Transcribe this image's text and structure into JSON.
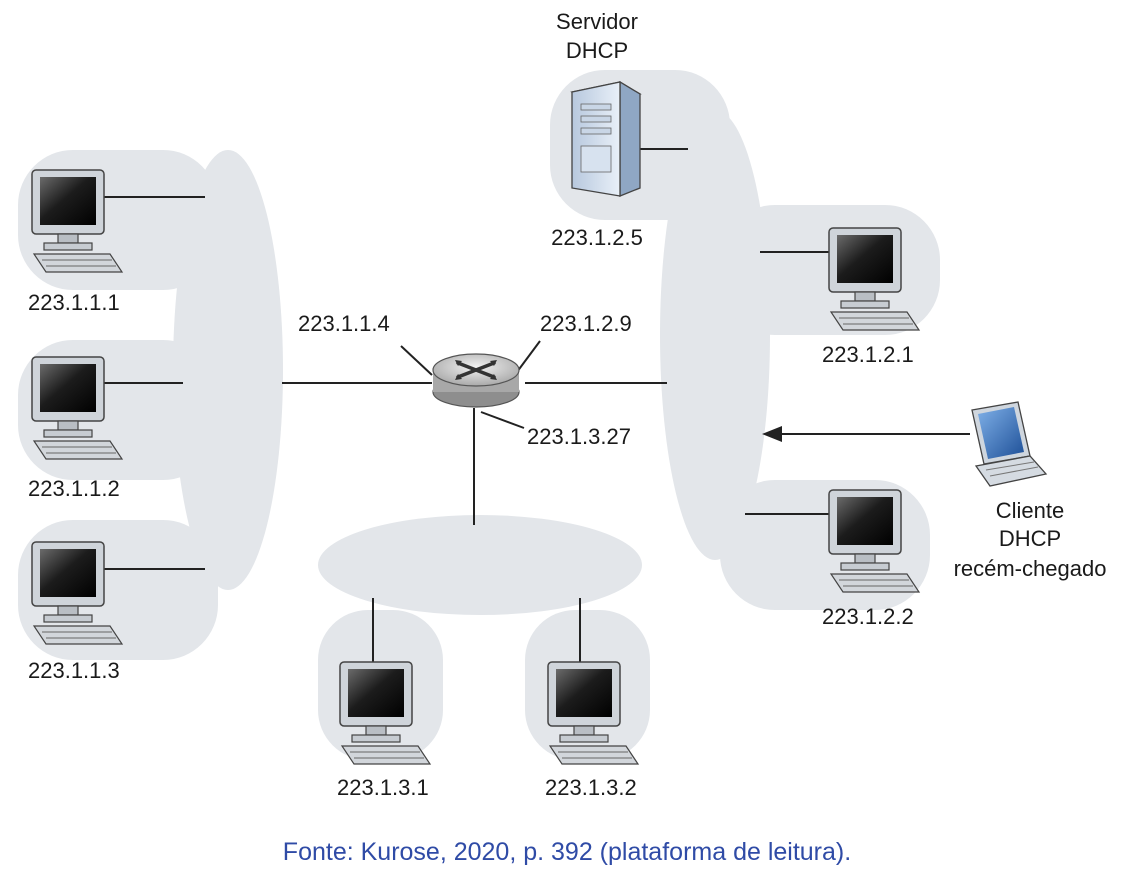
{
  "diagram": {
    "dhcp_server": {
      "label_line1": "Servidor",
      "label_line2": "DHCP",
      "address": "223.1.2.5"
    },
    "router": {
      "interface_subnet1": "223.1.1.4",
      "interface_subnet2": "223.1.2.9",
      "interface_subnet3": "223.1.3.27"
    },
    "subnet1_hosts": [
      "223.1.1.1",
      "223.1.1.2",
      "223.1.1.3"
    ],
    "subnet2_hosts": [
      "223.1.2.1",
      "223.1.2.2"
    ],
    "subnet3_hosts": [
      "223.1.3.1",
      "223.1.3.2"
    ],
    "dhcp_client": {
      "label_line1": "Cliente",
      "label_line2": "DHCP",
      "label_line3": "recém-chegado"
    }
  },
  "caption": "Fonte: Kurose, 2020, p. 392 (plataforma de leitura)."
}
